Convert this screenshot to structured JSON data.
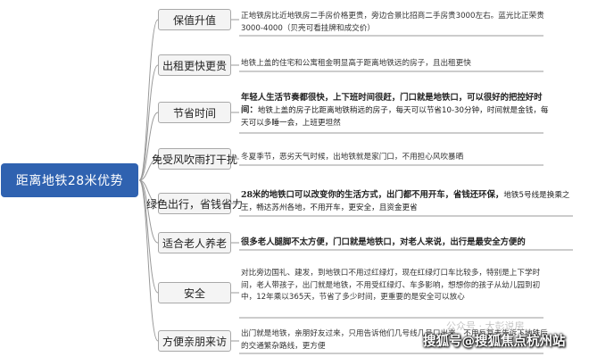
{
  "root": {
    "label": "距离地铁28米优势"
  },
  "branches": [
    {
      "topic": "保值升值",
      "detail": "正地铁房比近地铁房二手房价格更贵，旁边合景比招商二手房贵3000左右。蓝光比正荣贵3000-4000（贝壳可看挂牌和成交价）"
    },
    {
      "topic": "出租更快更贵",
      "detail": "地铁上盖的住宅和公寓租金明显高于距离地铁远的房子，且出租更快"
    },
    {
      "topic": "节省时间",
      "detail_strong": "年轻人生活节奏都很快，上下班时间很赶，门口就是地铁口，可以很好的把控好时间：",
      "detail": "地铁上盖的房子比距离地铁稍远的房子，每天可以节省10-30分钟，时间就是金钱，每天可以多睡一会，上班更坦然"
    },
    {
      "topic": "免受风吹雨打干扰",
      "detail": "冬夏季节，恶劣天气时候，出地铁就是家门口，不用担心风吹暴晒"
    },
    {
      "topic": "绿色出行，省钱省力",
      "detail_strong": "28米的地铁口可以改变你的生活方式，出门都不用开车，省钱还环保，",
      "detail": "地铁5号线是换乘之王，畅达苏州各地，不用开车，更安全，且资金更省"
    },
    {
      "topic": "适合老人养老",
      "detail_strong": "很多老人腿脚不太方便，门口就是地铁口，对老人来说，出行是最安全方便的"
    },
    {
      "topic": "安全",
      "detail": "对比旁边国礼、建发，到地铁口不用过红绿灯，现在红绿灯口车比较多，特别是上下学时间，老人带孩子，出门就是地铁，不用受红绿灯、车多影响，想想你的孩子从幼儿园到初中，12年乘以365天，节省了多少时间，更重要的是安全可以放心"
    },
    {
      "topic": "方便亲朋来访",
      "detail": "出门就是地铁，亲朋好友过来，只用告诉他们几号线几号口出来，不用反复去告诉下地铁后的交通繁杂路线，更方便"
    }
  ],
  "watermarks": {
    "platform": "公众号 · 大彭说房",
    "sohu": "搜狐号@搜狐焦点杭州站"
  },
  "colors": {
    "root_fill": "#2f62b0",
    "connector": "#9a9a9a",
    "topic_fill": "#f4f4f4",
    "topic_border": "#a9a9a9"
  }
}
